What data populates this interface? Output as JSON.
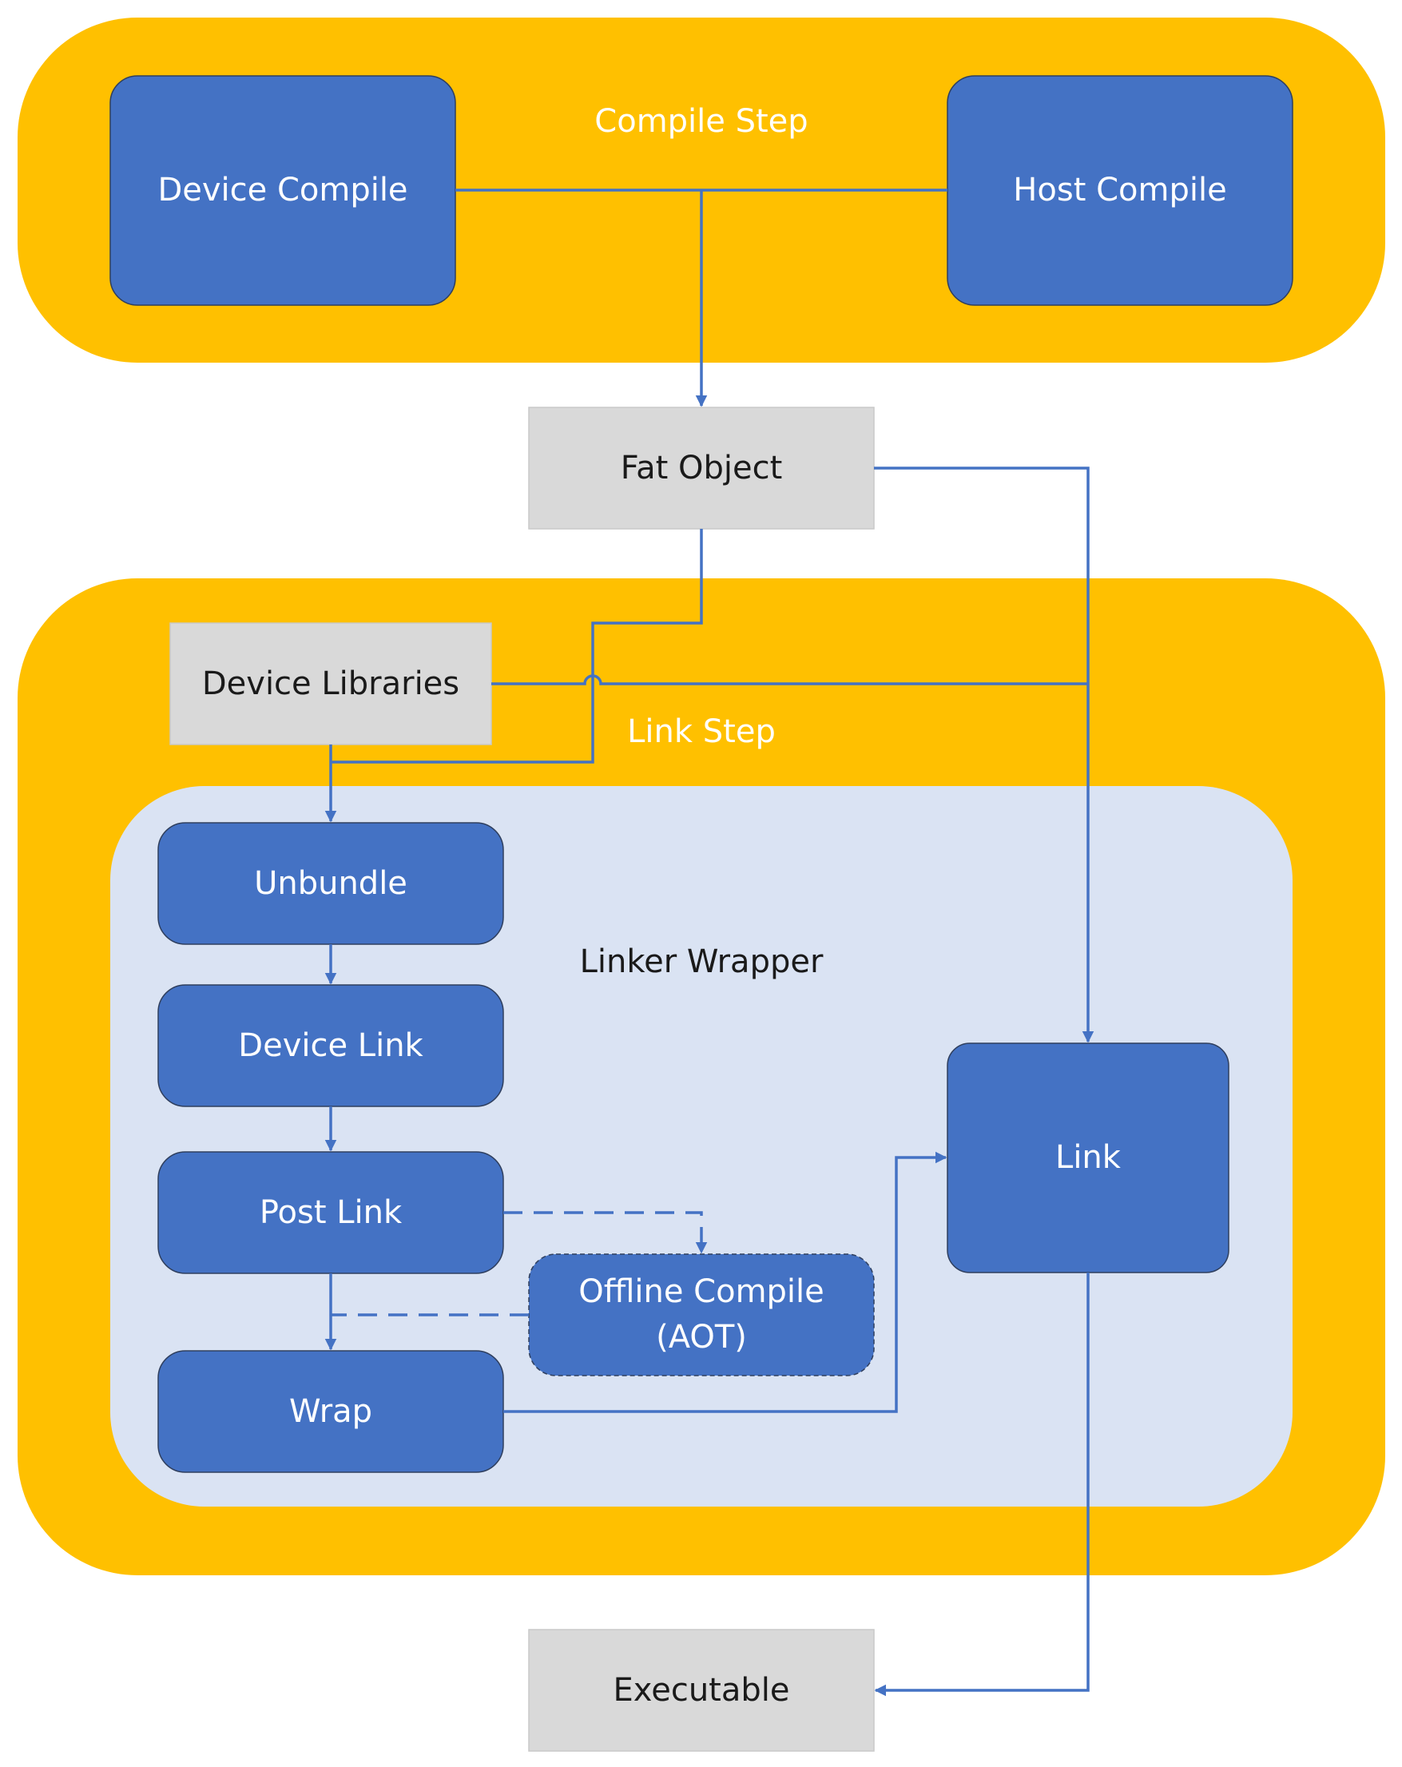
{
  "colors": {
    "container": "#ffc000",
    "wrapper": "#dae3f3",
    "process": "#4472c4",
    "artifact": "#d9d9d9",
    "connector": "#4472c4"
  },
  "compile_step": {
    "label": "Compile Step",
    "device_compile": "Device Compile",
    "host_compile": "Host Compile"
  },
  "fat_object": "Fat Object",
  "link_step": {
    "label": "Link Step",
    "device_libraries": "Device Libraries",
    "linker_wrapper": {
      "label": "Linker Wrapper",
      "unbundle": "Unbundle",
      "device_link": "Device Link",
      "post_link": "Post Link",
      "offline_compile_line1": "Offline Compile",
      "offline_compile_line2": "(AOT)",
      "wrap": "Wrap",
      "link": "Link"
    }
  },
  "executable": "Executable"
}
